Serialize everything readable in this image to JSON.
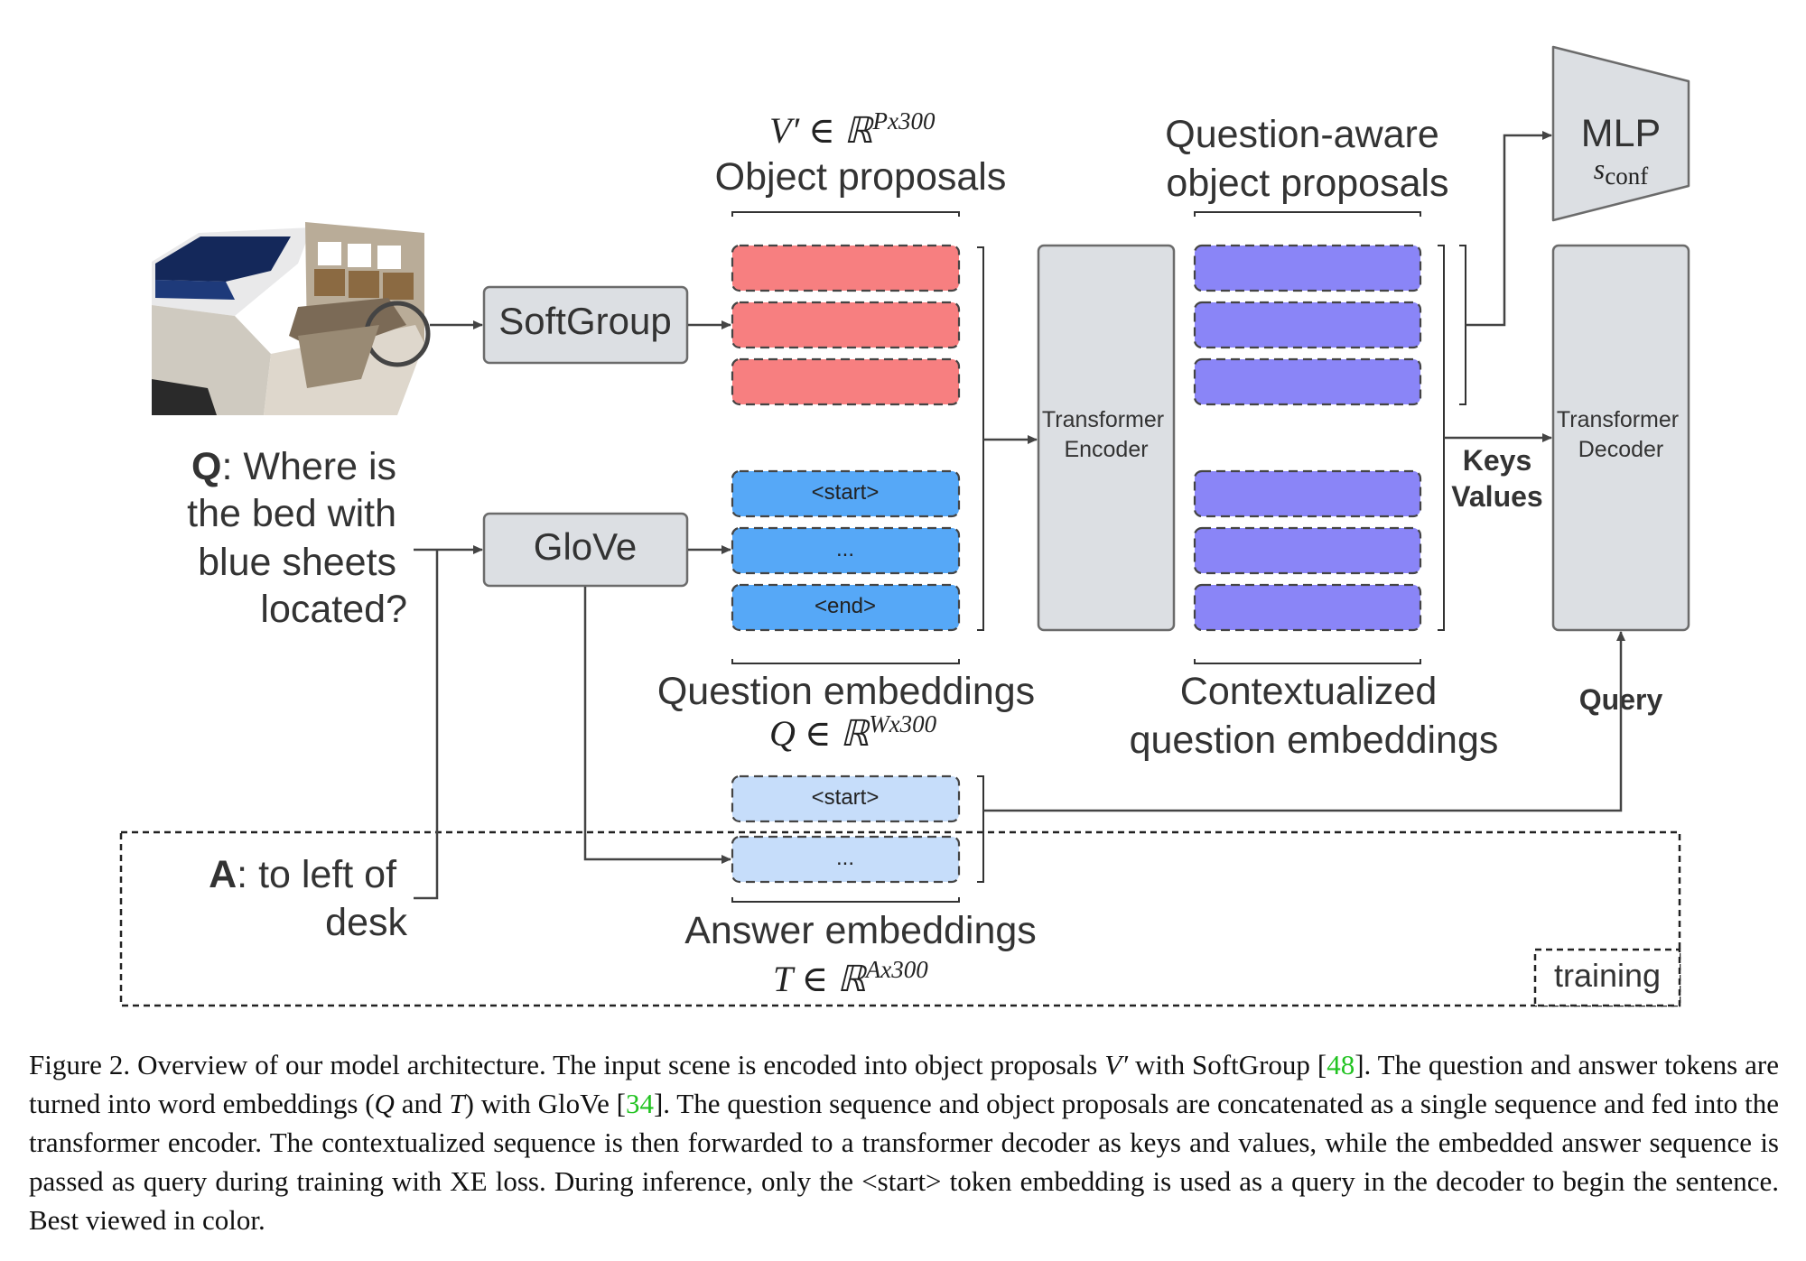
{
  "colors": {
    "object_proposal": "#f77f80",
    "question_embedding": "#56a8f7",
    "answer_embedding": "#c6ddfa",
    "contextualized": "#8a85f7",
    "module_box": "#dcdfe3",
    "citation": "#22c322"
  },
  "scene": {
    "icon": "3d-scene-thumbnail-icon",
    "question_prefix": "Q",
    "question_lines": [
      ": Where is",
      "the bed with",
      "blue sheets",
      "located?"
    ],
    "answer_prefix": "A",
    "answer_lines": [
      ": to left of",
      "desk"
    ]
  },
  "modules": {
    "softgroup": "SoftGroup",
    "glove": "GloVe",
    "encoder_line1": "Transformer",
    "encoder_line2": "Encoder",
    "decoder_line1": "Transformer",
    "decoder_line2": "Decoder",
    "mlp": "MLP",
    "mlp_sub_main": "s",
    "mlp_sub_script": "conf"
  },
  "labels": {
    "object_proposals_math": "V′ ∈ ℝ",
    "object_proposals_math_sup": "Px300",
    "object_proposals": "Object proposals",
    "qaware_line1": "Question-aware",
    "qaware_line2": "object proposals",
    "question_embeddings": "Question embeddings",
    "question_embeddings_math": "Q ∈ ℝ",
    "question_embeddings_math_sup": "Wx300",
    "contextualized_line1": "Contextualized",
    "contextualized_line2": "question embeddings",
    "answer_embeddings": "Answer embeddings",
    "answer_embeddings_math": "T ∈ ℝ",
    "answer_embeddings_math_sup": "Ax300",
    "keys": "Keys",
    "values": "Values",
    "query": "Query",
    "training": "training"
  },
  "tokens": {
    "q_start": "<start>",
    "q_mid": "...",
    "q_end": "<end>",
    "a_start": "<start>",
    "a_mid": "..."
  },
  "caption": {
    "part1": "Figure 2. Overview of our model architecture. The input scene is encoded into object proposals ",
    "v_prime": "V′",
    "part2": " with SoftGroup [",
    "cite1": "48",
    "part3": "]. The question and answer tokens are turned into word embeddings (",
    "q_sym": "Q",
    "part4": " and ",
    "t_sym": "T",
    "part5": ") with GloVe [",
    "cite2": "34",
    "part6": "]. The question sequence and object proposals are concatenated as a single sequence and fed into the transformer encoder. The contextualized sequence is then forwarded to a transformer decoder as keys and values, while the embedded answer sequence is passed as query during training with XE loss. During inference, only the ",
    "start_token": "<start>",
    "part7": " token embedding is used as a query in the decoder to begin the sentence. Best viewed in color."
  }
}
